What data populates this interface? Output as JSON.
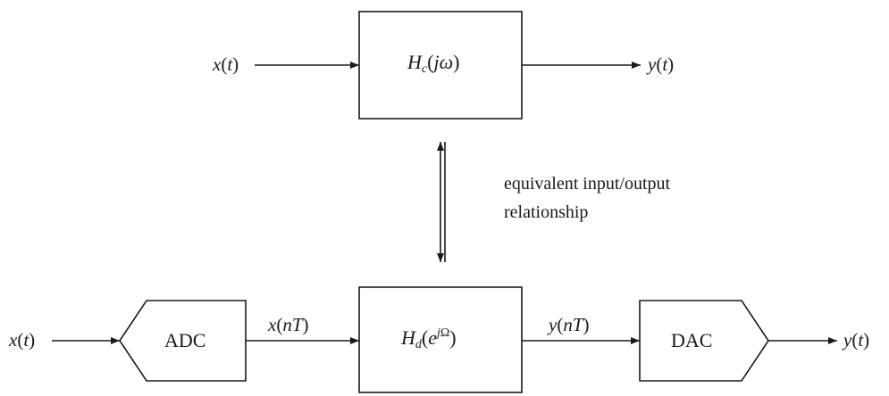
{
  "top": {
    "input": {
      "base": "x",
      "arg": "t"
    },
    "block": {
      "name": "H",
      "sub": "c",
      "arg_var": "j",
      "arg_sym": "ω"
    },
    "output": {
      "base": "y",
      "arg": "t"
    }
  },
  "relation": {
    "line1": "equivalent input/output",
    "line2": "relationship"
  },
  "bottom": {
    "input": {
      "base": "x",
      "arg": "t"
    },
    "adc": "ADC",
    "sampled_in": {
      "base": "x",
      "arg_n": "n",
      "arg_T": "T"
    },
    "block": {
      "name": "H",
      "sub": "d",
      "base": "e",
      "sup_var": "j",
      "sup_sym": "Ω"
    },
    "sampled_out": {
      "base": "y",
      "arg_n": "n",
      "arg_T": "T"
    },
    "dac": "DAC",
    "output": {
      "base": "y",
      "arg": "t"
    }
  },
  "colors": {
    "stroke": "#1a1a1a",
    "text": "#1a1a1a"
  }
}
